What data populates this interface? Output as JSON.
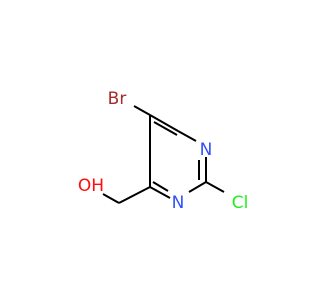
{
  "molecule": {
    "atoms": {
      "bromine": "Br",
      "nitrogen_top": "N",
      "nitrogen_bottom": "N",
      "chlorine": "Cl",
      "hydroxyl": "OH"
    },
    "colors": {
      "bond": "#000000",
      "bromine": "#a52a2a",
      "nitrogen": "#3050f8",
      "chlorine": "#1ff01f",
      "oxygen": "#ff0d0d"
    }
  }
}
